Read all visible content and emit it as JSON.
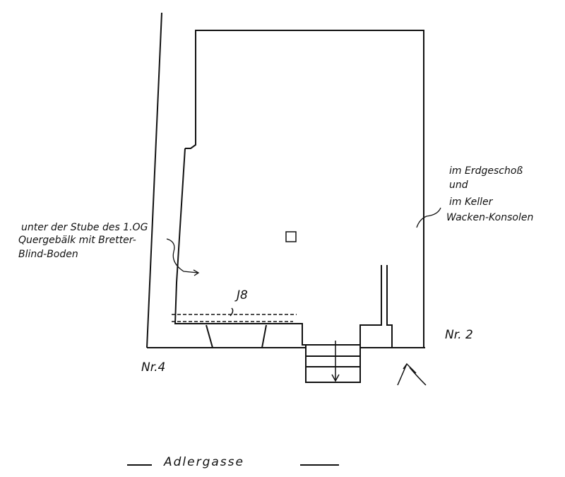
{
  "title": "Adlergasse",
  "labels": {
    "left_note": [
      "unter der Stube des 1.OG",
      "Quergebälk mit Bretter-",
      "Blind-Boden"
    ],
    "right_note": [
      "im Erdgeschoß",
      "und",
      "im Keller",
      "Wacken-Konsolen"
    ],
    "beam_mark": "J8",
    "house_left": "Nr.4",
    "house_right": "Nr. 2"
  },
  "colors": {
    "ink": "#111111",
    "paper": "#ffffff"
  }
}
